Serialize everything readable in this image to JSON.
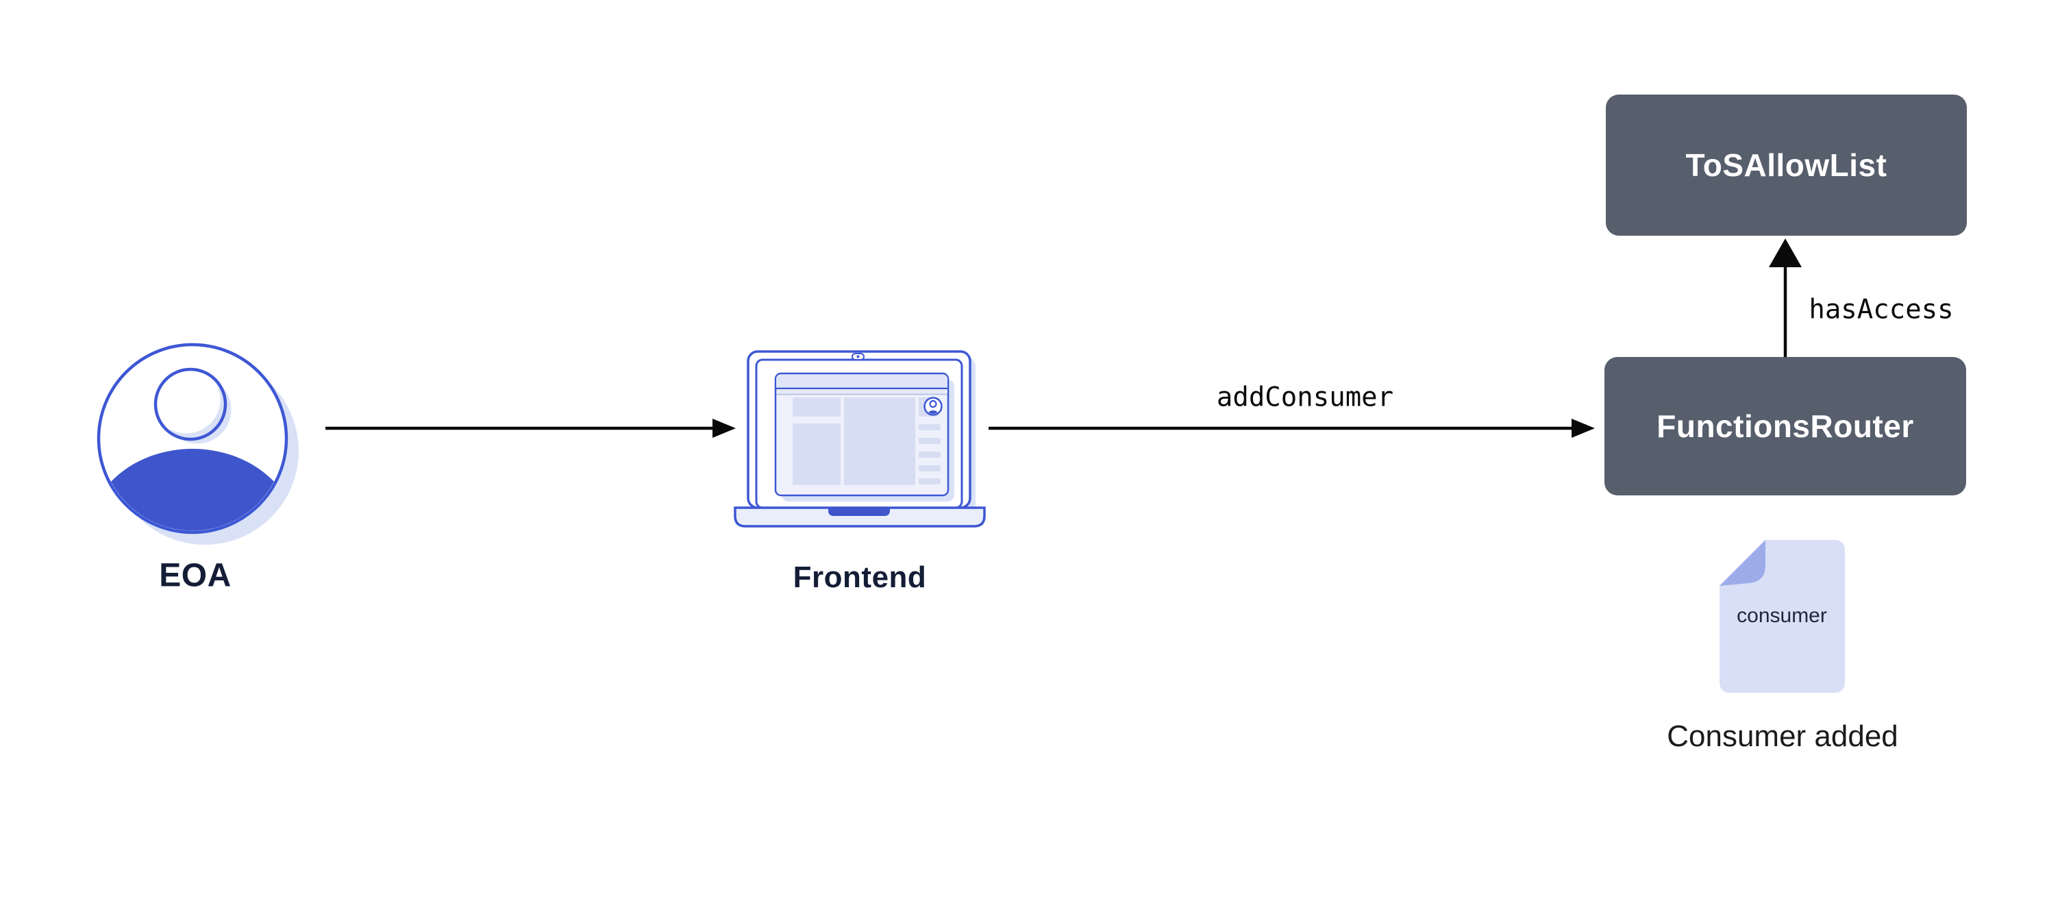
{
  "diagram": {
    "nodes": {
      "eoa": {
        "label": "EOA",
        "icon": "user-avatar-icon"
      },
      "frontend": {
        "label": "Frontend",
        "icon": "laptop-icon"
      },
      "functions_router": {
        "label": "FunctionsRouter",
        "shape": "dark-rounded-box"
      },
      "tos_allow_list": {
        "label": "ToSAllowList",
        "shape": "dark-rounded-box"
      }
    },
    "edges": {
      "eoa_to_frontend": {
        "label": "",
        "direction": "right"
      },
      "frontend_to_router": {
        "label": "addConsumer",
        "direction": "right"
      },
      "router_to_allowlist": {
        "label": "hasAccess",
        "direction": "up"
      }
    },
    "artifact": {
      "icon": "document-file-icon",
      "file_label": "consumer",
      "caption": "Consumer added"
    }
  },
  "colors": {
    "accent-stroke": "#3d57d4",
    "accent-fill": "#3e55cc",
    "soft-shadow": "#d9e1f6",
    "panel-fill": "#d7def3",
    "screen-fill": "#eef1fb",
    "titlebar-fill": "#dfe5f7",
    "base-fill": "#eaeefb",
    "node-bg": "#575e6c",
    "node-text": "#ffffff",
    "doc-body": "#d8dff6",
    "doc-fold": "#9dace9",
    "label-ink": "#141d36",
    "line-ink": "#0a0a0a"
  }
}
